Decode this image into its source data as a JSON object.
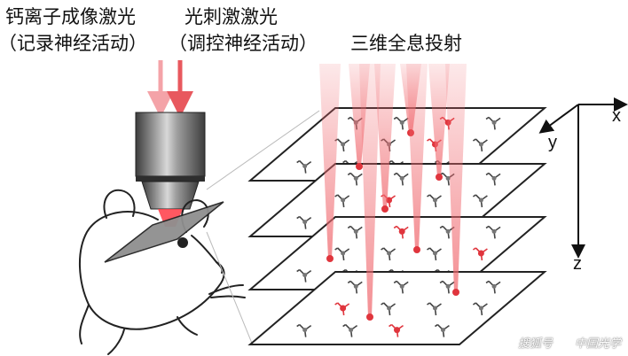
{
  "labels": {
    "calcium_laser": "钙离子成像激光",
    "calcium_laser_note": "（记录神经活动）",
    "stim_laser": "光刺激激光",
    "stim_laser_note": "（调控神经活动）",
    "holography": "三维全息投射"
  },
  "axes": {
    "x": "x",
    "y": "y",
    "z": "z"
  },
  "watermark": {
    "left": "搜狐号",
    "right": "中国光学"
  },
  "colors": {
    "imaging_beam": "#f4a3a8",
    "stim_beam": "#e8585e",
    "cone": "#f06a70",
    "neuron": "#444444",
    "neuron_target": "#e0353d",
    "objective_dark": "#4a4a4a",
    "objective_light": "#bdbdbd",
    "slide": "#8f8f8f",
    "mouse_outline": "#222222"
  },
  "icons": {
    "watermark_logo": "circle-icon"
  }
}
